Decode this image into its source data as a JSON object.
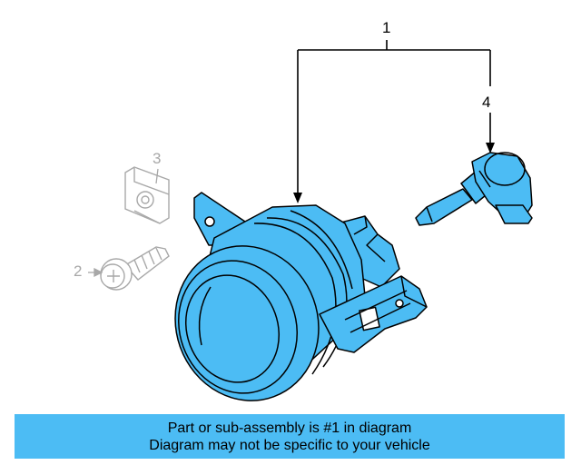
{
  "callouts": {
    "c1": "1",
    "c2": "2",
    "c3": "3",
    "c4": "4"
  },
  "banner": {
    "line1": "Part or sub-assembly is #1 in diagram",
    "line2": "Diagram may not be specific to your vehicle"
  },
  "colors": {
    "part_fill": "#4cbcf4",
    "banner_bg": "#4cbcf4",
    "line": "#000000",
    "ghost_line": "#a8a8a8"
  }
}
